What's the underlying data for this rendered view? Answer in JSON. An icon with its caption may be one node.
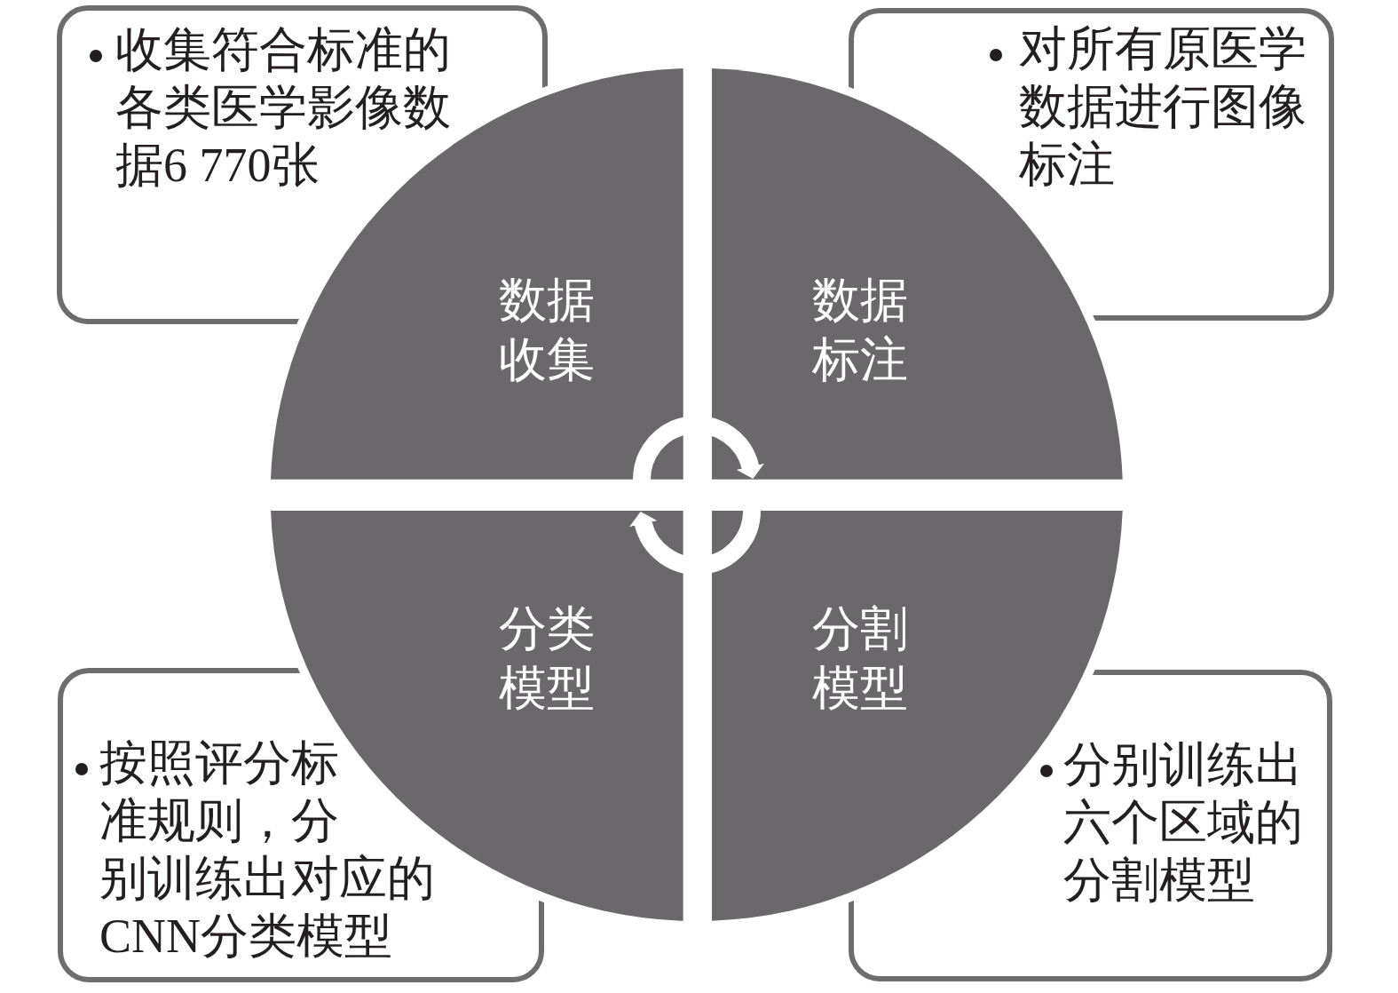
{
  "diagram": {
    "nodes": [
      {
        "text": [
          "收集符合标准的各类医学影像数据6 770张"
        ]
      },
      {
        "text": [
          "对所有原医学数据进行图像标注"
        ]
      },
      {
        "text": [
          "数据收集"
        ]
      },
      {
        "text": [
          "数据标注"
        ]
      },
      {
        "text": [
          "分类模型"
        ]
      },
      {
        "text": [
          "分割模型"
        ]
      },
      {
        "text": [
          "按照评分标准规则，分别训练出对应的CNN分类模型"
        ]
      },
      {
        "text": [
          "分别训练出六个区域的分割模型"
        ]
      }
    ],
    "edges": [
      {
        "from": 2,
        "to": 3,
        "arrow": "to"
      },
      {
        "from": 5,
        "to": 4,
        "arrow": "to"
      }
    ]
  }
}
